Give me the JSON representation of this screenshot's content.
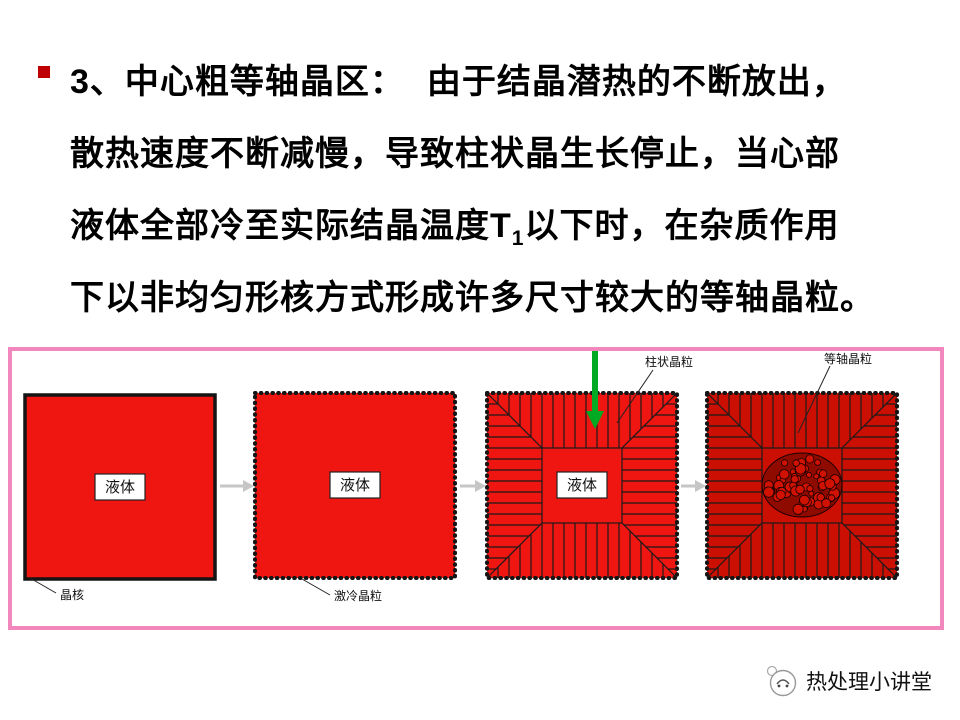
{
  "slide": {
    "text": {
      "line1_heading": "3、中心粗等轴晶区：",
      "line1_rest": "由于结晶潜热的不断放出，",
      "line2": "散热速度不断减慢，导致柱状晶生长停止，当心部",
      "line3_before_sub": "液体全部冷至实际结晶温度T",
      "line3_sub": "1",
      "line3_after_sub": "以下时，在杂质作用",
      "line4": "下以非均匀形核方式形成许多尺寸较大的等轴晶粒。"
    }
  },
  "diagram": {
    "stage1_label": "液体",
    "stage2_label": "液体",
    "stage3_label": "液体",
    "callout_nucleus": "晶核",
    "callout_chilled": "激冷晶粒",
    "callout_columnar": "柱状晶粒",
    "callout_equiaxed": "等轴晶粒",
    "colors": {
      "bullet_red": "#c00000",
      "red": "#ef1510",
      "dark_red": "#cb1003",
      "panel_border": "#f287bd",
      "arrow_green": "#00aa22",
      "stage_arrow": "#c6c6c6"
    }
  },
  "footer": {
    "watermark_text": "热处理小讲堂"
  }
}
